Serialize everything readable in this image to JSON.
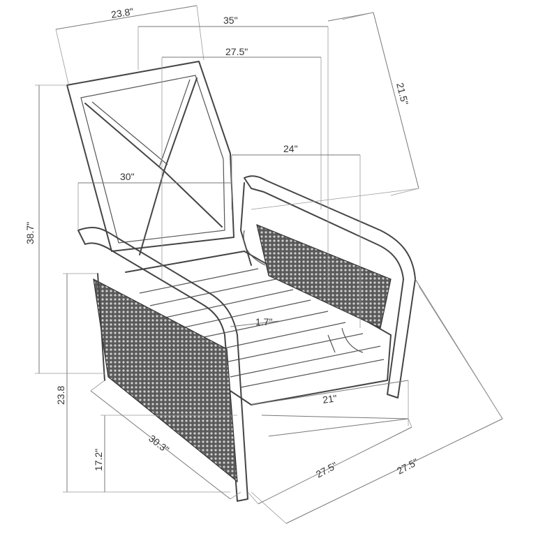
{
  "dimensions": {
    "back_width_top": "23.8\"",
    "overall_width": "35\"",
    "inner_width": "27.5\"",
    "back_height": "21.5\"",
    "seat_depth": "24\"",
    "back_width_mid": "30\"",
    "overall_height": "38.7\"",
    "arm_height": "23.8",
    "seat_height": "17.2\"",
    "side_depth": "30.3\"",
    "seat_slope": "1.7\"",
    "seat_width": "21\"",
    "front_width": "27.5\"",
    "diagonal_depth": "27.5\""
  }
}
